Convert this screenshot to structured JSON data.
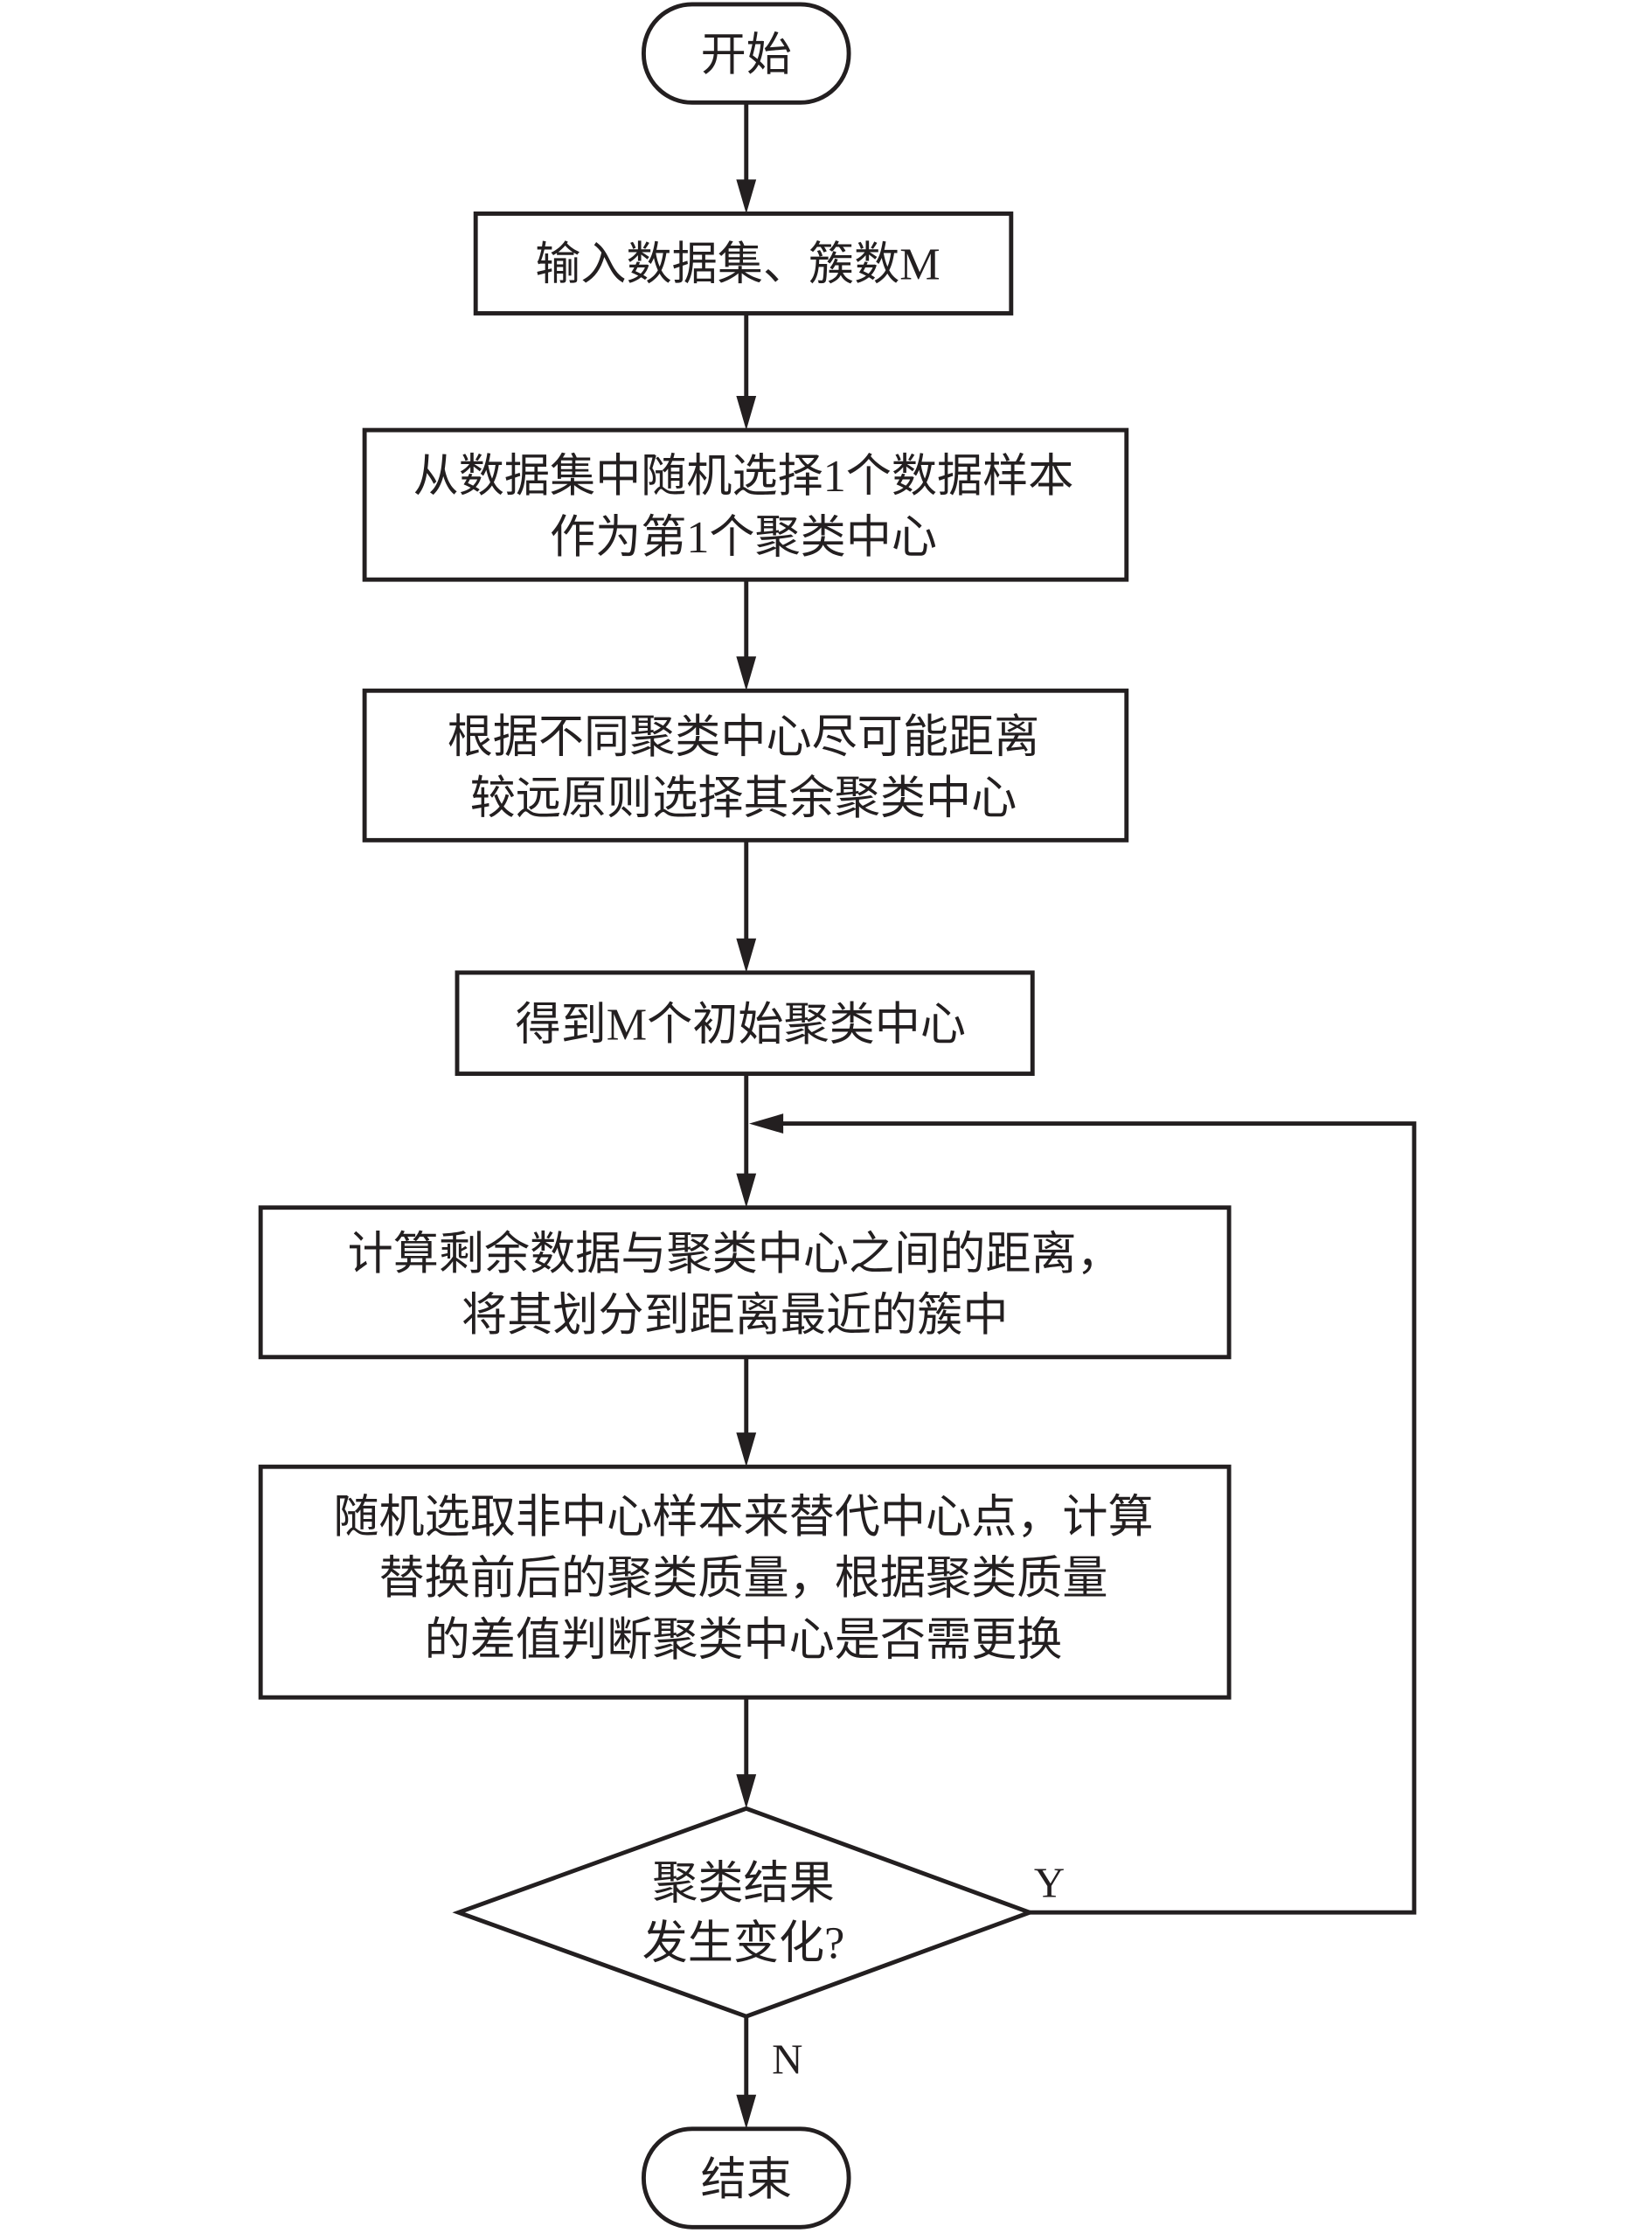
{
  "flowchart": {
    "start": "开始",
    "input": "输入数据集、簇数M",
    "step1": [
      "从数据集中随机选择1个数据样本",
      "作为第1个聚类中心"
    ],
    "step2": [
      "根据不同聚类中心尽可能距离",
      "较远原则选择其余聚类中心"
    ],
    "step3": "得到M个初始聚类中心",
    "step4": [
      "计算剩余数据与聚类中心之间的距离，",
      "将其划分到距离最近的簇中"
    ],
    "step5": [
      "随机选取非中心样本来替代中心点，计算",
      "替换前后的聚类质量，根据聚类质量",
      "的差值判断聚类中心是否需更换"
    ],
    "decision": [
      "聚类结果",
      "发生变化?"
    ],
    "yes_label": "Y",
    "no_label": "N",
    "end": "结束"
  }
}
